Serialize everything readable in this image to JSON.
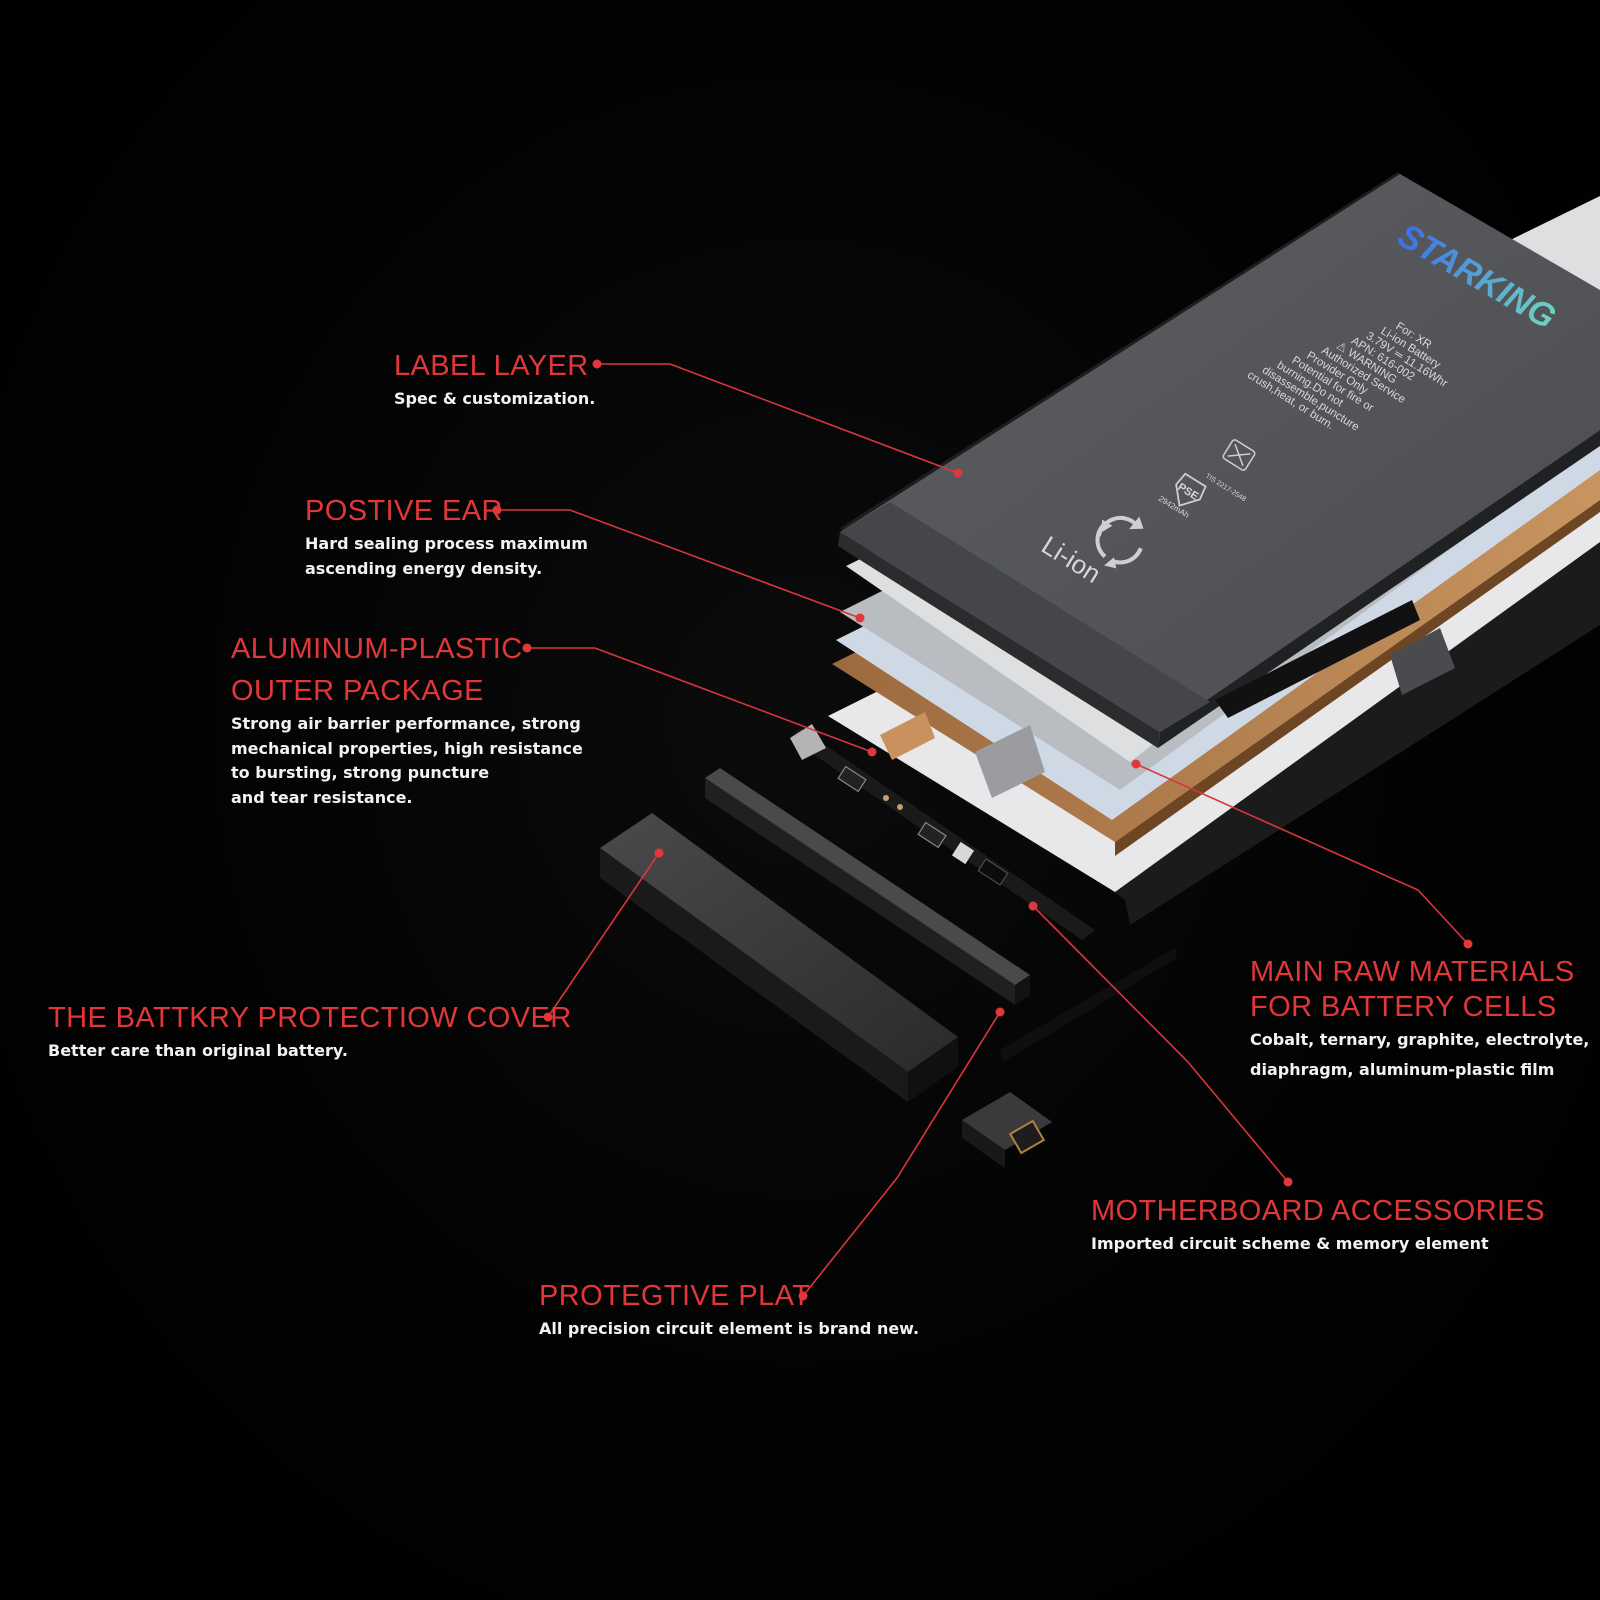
{
  "callouts": [
    {
      "id": "label-layer",
      "title_lines": [
        "LABEL LAYER"
      ],
      "desc_lines": [
        "Spec & customization."
      ]
    },
    {
      "id": "postive-ear",
      "title_lines": [
        "POSTIVE EAR"
      ],
      "desc_lines": [
        "Hard sealing process maximum",
        "ascending energy density."
      ]
    },
    {
      "id": "aluminum-plastic",
      "title_lines": [
        "ALUMINUM-PLASTIC",
        "OUTER PACKAGE"
      ],
      "desc_lines": [
        "Strong air barrier performance, strong",
        "mechanical properties, high resistance",
        "to bursting, strong puncture",
        "and tear resistance."
      ]
    },
    {
      "id": "protection-cover",
      "title_lines": [
        "THE BATTKRY PROTECTIOW COVER"
      ],
      "desc_lines": [
        "Better care than original battery."
      ]
    },
    {
      "id": "raw-materials",
      "title_lines": [
        "MAIN RAW MATERIALS",
        "FOR BATTERY CELLS"
      ],
      "desc_lines": [
        "Cobalt, ternary, graphite, electrolyte,",
        "diaphragm, aluminum-plastic film"
      ]
    },
    {
      "id": "motherboard",
      "title_lines": [
        "MOTHERBOARD ACCESSORIES"
      ],
      "desc_lines": [
        "Imported circuit scheme & memory element"
      ]
    },
    {
      "id": "protective-plat",
      "title_lines": [
        "PROTEGTIVE PLAT"
      ],
      "desc_lines": [
        "All precision circuit element is brand new."
      ]
    }
  ],
  "battery_label": {
    "brand": "STARKING",
    "lines": [
      "For: XR",
      "Li-ion Battery",
      "3.79V ═ 11.16Whr",
      "APN: 616-002",
      "⚠ WARNING",
      "Authorized Service",
      "Provider Only",
      "Potential for fire or",
      "burning.Do not",
      "disassemble,puncture",
      "crush,heat, or burn."
    ],
    "code": "TIS 2217-2548",
    "capacity": "2942mAh",
    "mark": "PSE",
    "chem": "Li-ion"
  },
  "colors": {
    "accent": "#e0383a",
    "background": "#000000",
    "text": "#f2f2f2",
    "brand": "#3f7fe0"
  }
}
